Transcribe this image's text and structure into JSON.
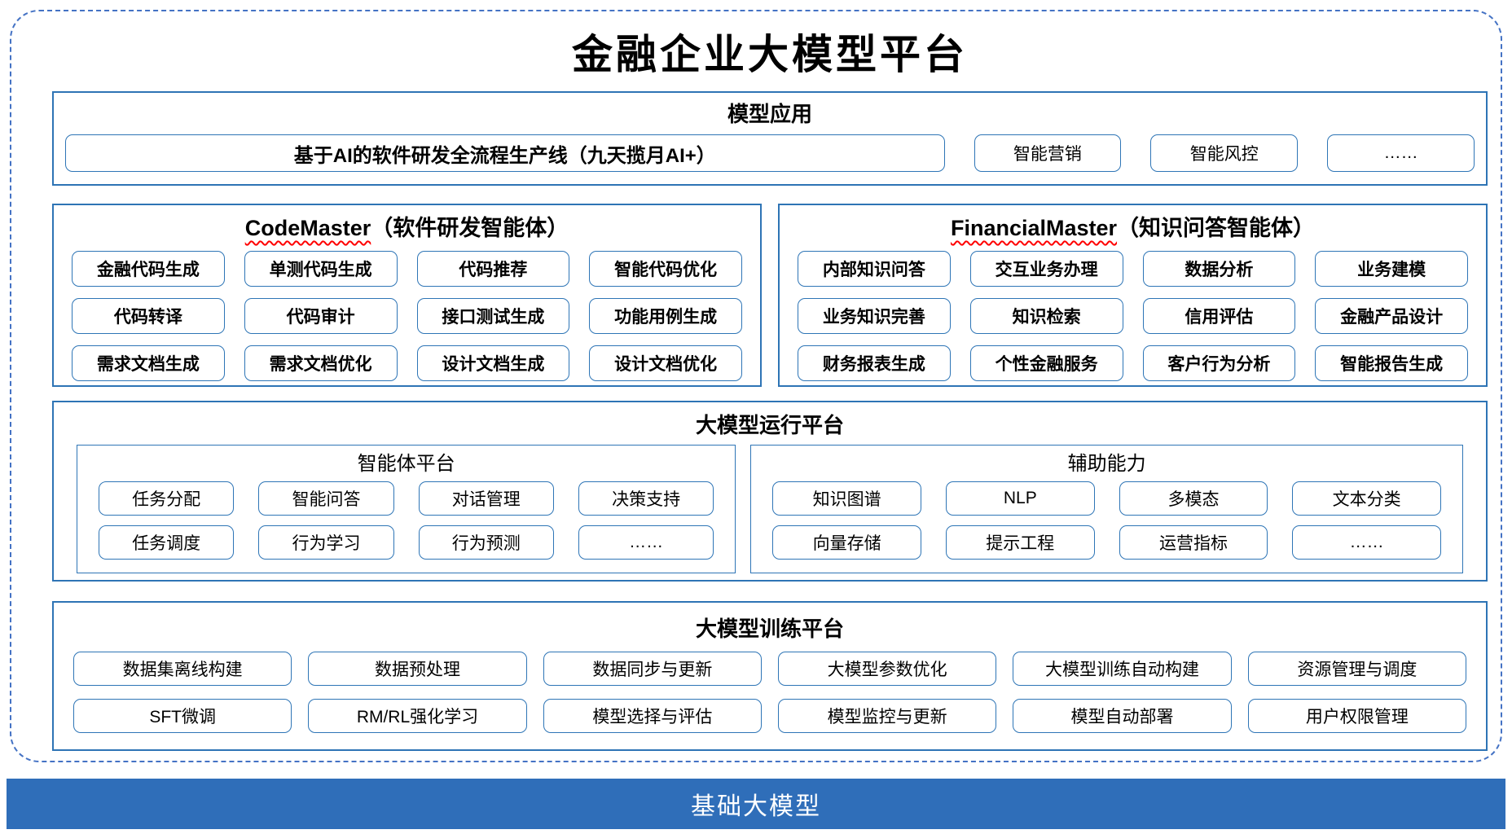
{
  "title": "金融企业大模型平台",
  "colors": {
    "border_dashed": "#4472C4",
    "section_border": "#2E74B5",
    "box_border": "#2E75B6",
    "foundation_bg": "#2F6EB9",
    "squiggle": "#FF0000"
  },
  "model_app": {
    "title": "模型应用",
    "main_item": "基于AI的软件研发全流程生产线（九天揽月AI+）",
    "items": [
      "智能营销",
      "智能风控",
      "……"
    ]
  },
  "agents": [
    {
      "name_en": "CodeMaster",
      "name_zh": "（软件研发智能体）",
      "items": [
        "金融代码生成",
        "单测代码生成",
        "代码推荐",
        "智能代码优化",
        "代码转译",
        "代码审计",
        "接口测试生成",
        "功能用例生成",
        "需求文档生成",
        "需求文档优化",
        "设计文档生成",
        "设计文档优化"
      ]
    },
    {
      "name_en": "FinancialMaster",
      "name_zh": "（知识问答智能体）",
      "items": [
        "内部知识问答",
        "交互业务办理",
        "数据分析",
        "业务建模",
        "业务知识完善",
        "知识检索",
        "信用评估",
        "金融产品设计",
        "财务报表生成",
        "个性金融服务",
        "客户行为分析",
        "智能报告生成"
      ]
    }
  ],
  "runtime": {
    "title": "大模型运行平台",
    "subs": [
      {
        "title": "智能体平台",
        "items": [
          "任务分配",
          "智能问答",
          "对话管理",
          "决策支持",
          "任务调度",
          "行为学习",
          "行为预测",
          "……"
        ]
      },
      {
        "title": "辅助能力",
        "items": [
          "知识图谱",
          "NLP",
          "多模态",
          "文本分类",
          "向量存储",
          "提示工程",
          "运营指标",
          "……"
        ]
      }
    ]
  },
  "training": {
    "title": "大模型训练平台",
    "items": [
      "数据集离线构建",
      "数据预处理",
      "数据同步与更新",
      "大模型参数优化",
      "大模型训练自动构建",
      "资源管理与调度",
      "SFT微调",
      "RM/RL强化学习",
      "模型选择与评估",
      "模型监控与更新",
      "模型自动部署",
      "用户权限管理"
    ]
  },
  "foundation": {
    "title": "基础大模型"
  }
}
